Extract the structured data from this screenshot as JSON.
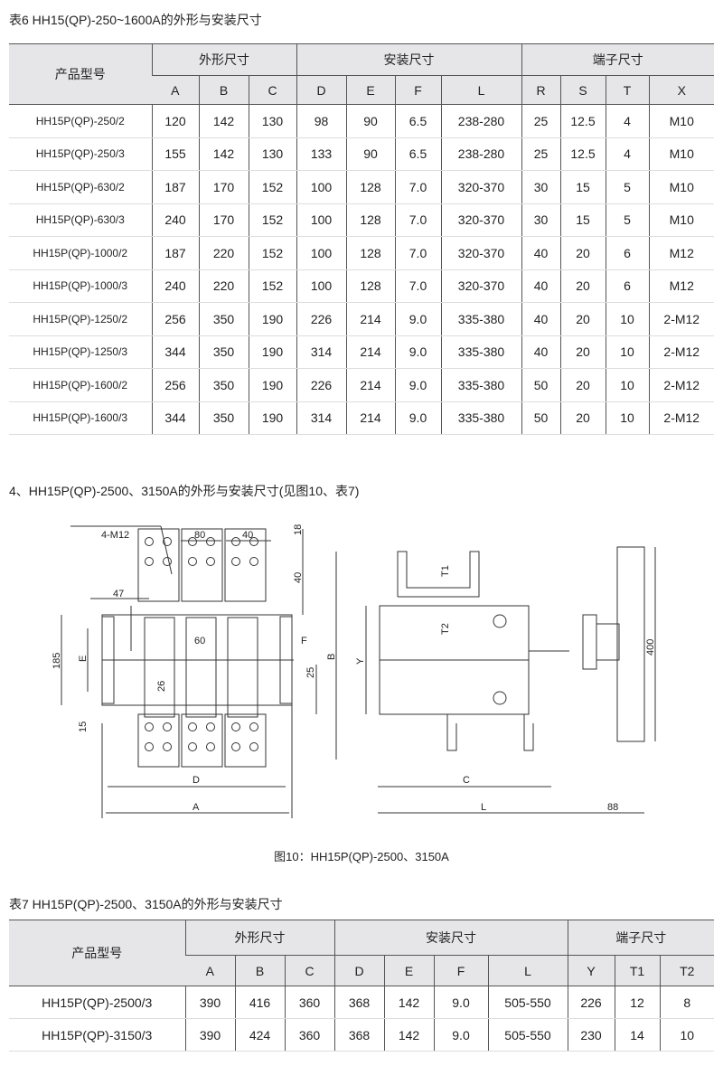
{
  "table6": {
    "title": "表6 HH15(QP)-250~1600A的外形与安装尺寸",
    "model_header": "产品型号",
    "groups": [
      "外形尺寸",
      "安装尺寸",
      "端子尺寸"
    ],
    "columns": [
      "A",
      "B",
      "C",
      "D",
      "E",
      "F",
      "L",
      "R",
      "S",
      "T",
      "X"
    ],
    "rows": [
      [
        "HH15P(QP)-250/2",
        "120",
        "142",
        "130",
        "98",
        "90",
        "6.5",
        "238-280",
        "25",
        "12.5",
        "4",
        "M10"
      ],
      [
        "HH15P(QP)-250/3",
        "155",
        "142",
        "130",
        "133",
        "90",
        "6.5",
        "238-280",
        "25",
        "12.5",
        "4",
        "M10"
      ],
      [
        "HH15P(QP)-630/2",
        "187",
        "170",
        "152",
        "100",
        "128",
        "7.0",
        "320-370",
        "30",
        "15",
        "5",
        "M10"
      ],
      [
        "HH15P(QP)-630/3",
        "240",
        "170",
        "152",
        "100",
        "128",
        "7.0",
        "320-370",
        "30",
        "15",
        "5",
        "M10"
      ],
      [
        "HH15P(QP)-1000/2",
        "187",
        "220",
        "152",
        "100",
        "128",
        "7.0",
        "320-370",
        "40",
        "20",
        "6",
        "M12"
      ],
      [
        "HH15P(QP)-1000/3",
        "240",
        "220",
        "152",
        "100",
        "128",
        "7.0",
        "320-370",
        "40",
        "20",
        "6",
        "M12"
      ],
      [
        "HH15P(QP)-1250/2",
        "256",
        "350",
        "190",
        "226",
        "214",
        "9.0",
        "335-380",
        "40",
        "20",
        "10",
        "2-M12"
      ],
      [
        "HH15P(QP)-1250/3",
        "344",
        "350",
        "190",
        "314",
        "214",
        "9.0",
        "335-380",
        "40",
        "20",
        "10",
        "2-M12"
      ],
      [
        "HH15P(QP)-1600/2",
        "256",
        "350",
        "190",
        "226",
        "214",
        "9.0",
        "335-380",
        "50",
        "20",
        "10",
        "2-M12"
      ],
      [
        "HH15P(QP)-1600/3",
        "344",
        "350",
        "190",
        "314",
        "214",
        "9.0",
        "335-380",
        "50",
        "20",
        "10",
        "2-M12"
      ]
    ]
  },
  "section4": "4、HH15P(QP)-2500、3150A的外形与安装尺寸(见图10、表7)",
  "figure": {
    "caption": "图10：HH15P(QP)-2500、3150A",
    "labels": {
      "m12": "4-M12",
      "d80": "80",
      "d40": "40",
      "d18": "18",
      "d40v": "40",
      "d47": "47",
      "d60": "60",
      "F": "F",
      "d185": "185",
      "E": "E",
      "d26": "26",
      "d25": "25",
      "d15": "15",
      "D": "D",
      "A": "A",
      "B": "B",
      "Y": "Y",
      "T1": "T1",
      "T2": "T2",
      "C": "C",
      "L": "L",
      "d400": "400",
      "d88": "88"
    }
  },
  "table7": {
    "title": "表7 HH15P(QP)-2500、3150A的外形与安装尺寸",
    "model_header": "产品型号",
    "groups": [
      "外形尺寸",
      "安装尺寸",
      "端子尺寸"
    ],
    "columns": [
      "A",
      "B",
      "C",
      "D",
      "E",
      "F",
      "L",
      "Y",
      "T1",
      "T2"
    ],
    "rows": [
      [
        "HH15P(QP)-2500/3",
        "390",
        "416",
        "360",
        "368",
        "142",
        "9.0",
        "505-550",
        "226",
        "12",
        "8"
      ],
      [
        "HH15P(QP)-3150/3",
        "390",
        "424",
        "360",
        "368",
        "142",
        "9.0",
        "505-550",
        "230",
        "14",
        "10"
      ]
    ]
  }
}
